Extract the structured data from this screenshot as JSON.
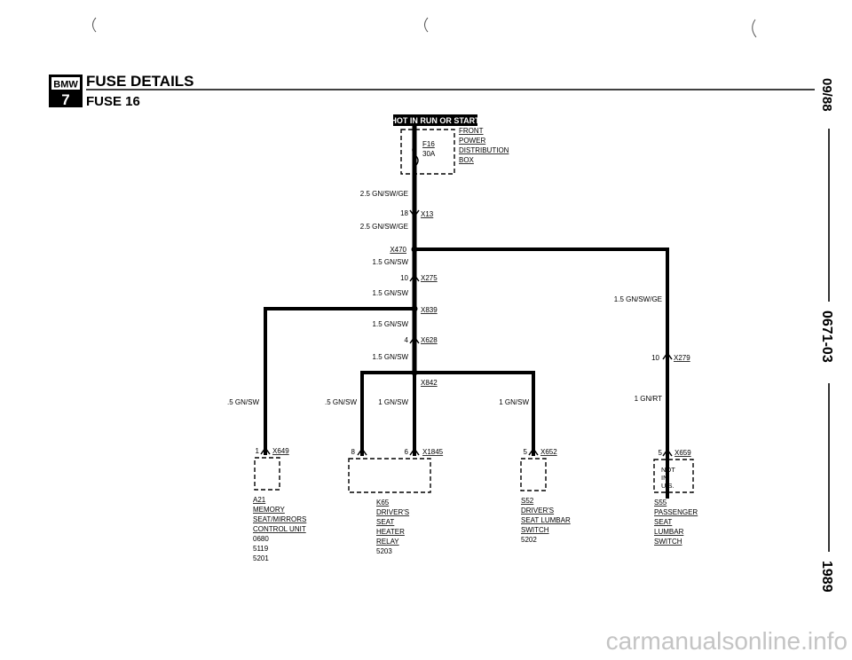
{
  "header": {
    "logo_top": "BMW",
    "logo_bottom": "7",
    "title": "FUSE DETAILS",
    "subtitle": "FUSE 16"
  },
  "side": {
    "code1": "09/88",
    "code2": "0671-03",
    "year": "1989"
  },
  "watermark": "carmanualsonline.info",
  "diagram": {
    "hot_label": "HOT IN RUN OR START",
    "fuse_id": "F16",
    "fuse_rating": "30A",
    "front_box": [
      "FRONT",
      "POWER",
      "DISTRIBUTION",
      "BOX"
    ],
    "wire_labels": {
      "w1": "2.5 GN/SW/GE",
      "w2": "2.5 GN/SW/GE",
      "w3": "1.5 GN/SW",
      "w4": "1.5 GN/SW",
      "w5": "1.5 GN/SW",
      "w6": "1.5 GN/SW",
      "w_left": ".5 GN/SW",
      "w_k65_left": ".5 GN/SW",
      "w_k65_right": "1 GN/SW",
      "w_s52": "1 GN/SW",
      "w_right_top": "1.5 GN/SW/GE",
      "w_right_bottom": "1 GN/RT"
    },
    "connectors": {
      "x13_pin": "18",
      "x13": "X13",
      "x470": "X470",
      "x275_pin": "10",
      "x275": "X275",
      "x839": "X839",
      "x628_pin": "4",
      "x628": "X628",
      "x842": "X842",
      "x279_pin": "10",
      "x279": "X279",
      "x649_pin": "1",
      "x649": "X649",
      "x1845_pin_a": "8",
      "x1845_pin_b": "6",
      "x1845": "X1845",
      "x652_pin": "5",
      "x652": "X652",
      "x659_pin": "5",
      "x659": "X659"
    },
    "components": {
      "a21": [
        "A21",
        "MEMORY",
        "SEAT/MIRRORS",
        "CONTROL UNIT",
        "0680",
        "5119",
        "5201"
      ],
      "k65": [
        "K65",
        "DRIVER'S",
        "SEAT",
        "HEATER",
        "RELAY",
        "5203"
      ],
      "s52": [
        "S52",
        "DRIVER'S",
        "SEAT LUMBAR",
        "SWITCH",
        "5202"
      ],
      "s55": [
        "S55",
        "PASSENGER",
        "SEAT",
        "LUMBAR",
        "SWITCH"
      ],
      "not_in_us": [
        "NOT",
        "IN",
        "U.S."
      ]
    }
  }
}
